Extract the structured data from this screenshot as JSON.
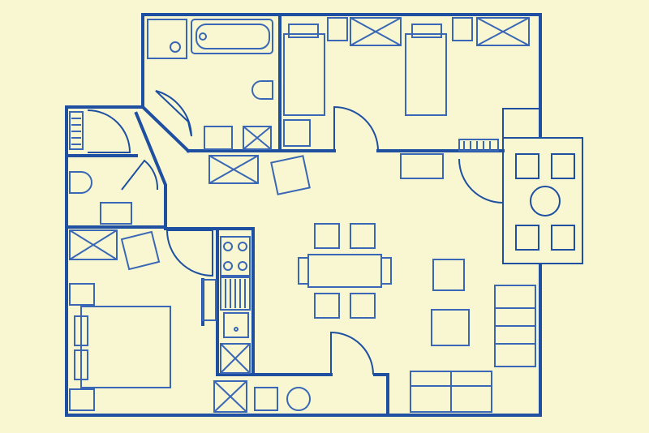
{
  "colors": {
    "background": "#f8f7d2",
    "wall": "#1f4fa0",
    "fixture": "#3a67b5"
  },
  "rooms": [
    "bathroom",
    "twin-bedroom",
    "entry-hall",
    "toilet",
    "double-bedroom",
    "kitchen",
    "living-dining",
    "balcony"
  ]
}
